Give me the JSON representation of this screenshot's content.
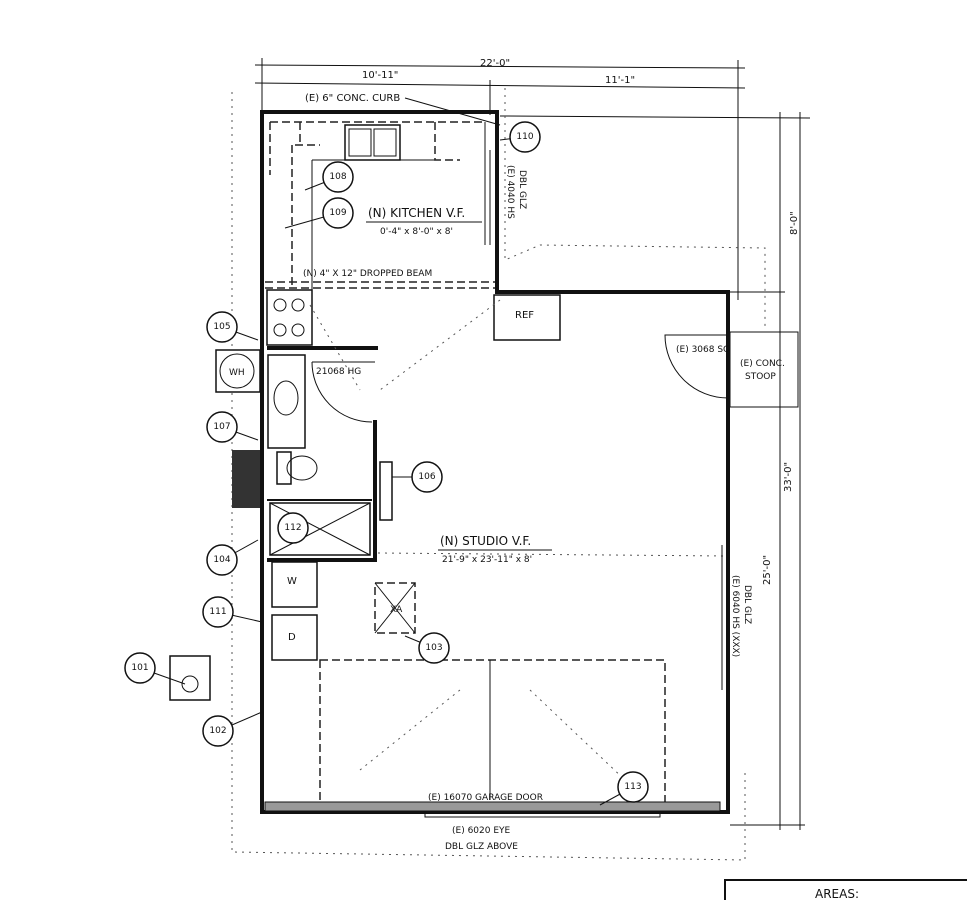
{
  "dimensions": {
    "overall_width": "22'-0\"",
    "left_width": "10'-11\"",
    "right_width": "11'-1\"",
    "right_top": "8'-0\"",
    "right_lower": "25'-0\"",
    "overall_depth": "33'-0\""
  },
  "labels": {
    "curb": "(E) 6\" CONC. CURB",
    "kitchen_title": "(N) KITCHEN V.F.",
    "kitchen_size": "0'-4\" x 8'-0\" x 8'",
    "kitchen_window": "(E) 4040 HS",
    "kitchen_window_2": "DBL GLZ",
    "beam": "(N) 4\" X 12\" DROPPED BEAM",
    "ref": "REF",
    "entry_door": "(E) 3068 SG",
    "stoop": "(E) CONC.",
    "stoop_2": "STOOP",
    "bath_door": "21068 HG",
    "wh": "WH",
    "studio_title": "(N) STUDIO V.F.",
    "studio_size": "21'-9\" x 23'-11\" x 8'",
    "studio_window": "(E) 6040 HS (XXX)",
    "studio_window_2": "DBL GLZ",
    "washer": "W",
    "dryer": "D",
    "fixture_xa": "XA",
    "garage_door": "(E) 16070 GARAGE DOOR",
    "eye_window": "(E) 6020 EYE",
    "eye_window_2": "DBL GLZ ABOVE",
    "areas": "AREAS:"
  },
  "tags": [
    "110",
    "108",
    "109",
    "105",
    "107",
    "106",
    "112",
    "104",
    "111",
    "103",
    "101",
    "102",
    "113"
  ]
}
